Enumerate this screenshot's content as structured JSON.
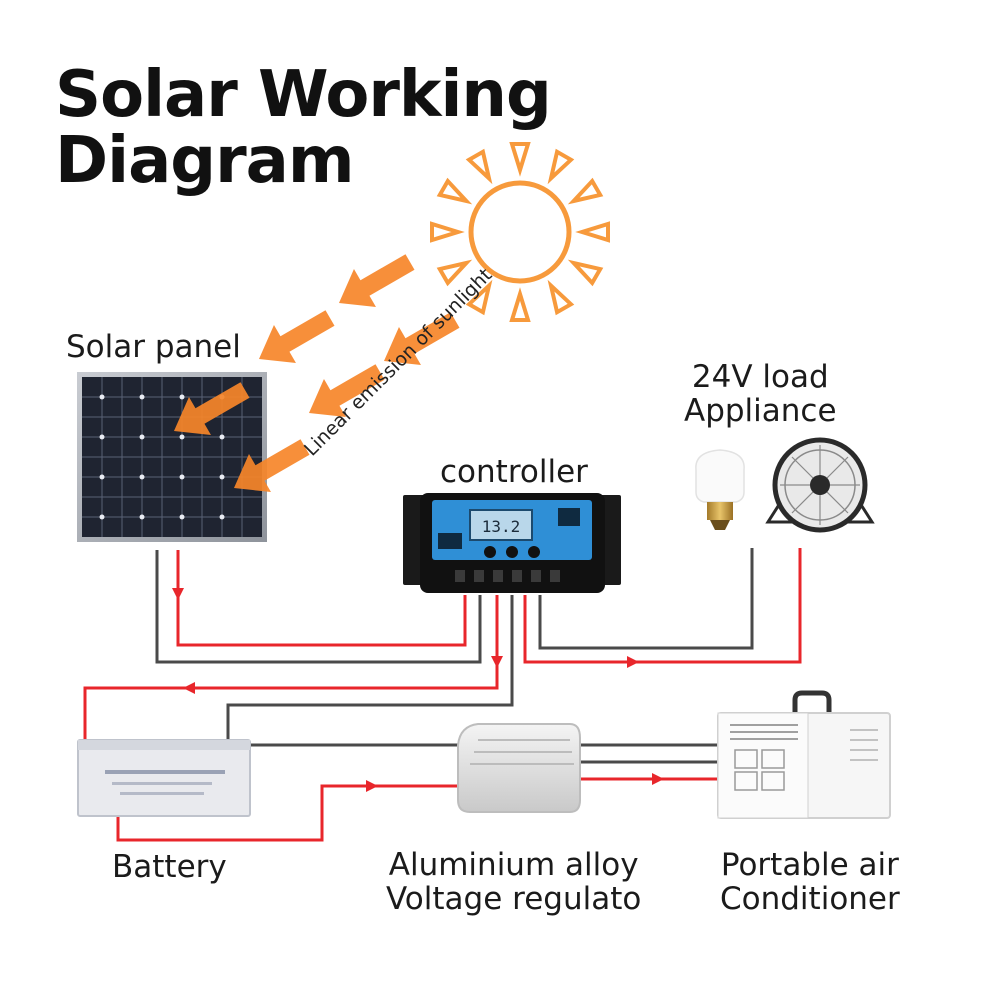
{
  "title": {
    "line1": "Solar Working",
    "line2": "Diagram"
  },
  "labels": {
    "solar_panel": "Solar panel",
    "sunlight": "Linear emission of sunlight",
    "controller": "controller",
    "appliance_line1": "24V load",
    "appliance_line2": "Appliance",
    "battery": "Battery",
    "regulator_line1": "Aluminium alloy",
    "regulator_line2": "Voltage regulato",
    "ac_line1": "Portable air",
    "ac_line2": "Conditioner"
  },
  "controller_display": "13.2",
  "colors": {
    "positive_wire": "#e8262b",
    "negative_wire": "#4a4a4a",
    "sun": "#f79a3c",
    "sun_ray_arrow": "#f7862a",
    "panel_cell": "#1f2431",
    "controller_face": "#2f8fd6"
  },
  "icons": [
    "sun-icon",
    "solar-panel-icon",
    "controller-icon",
    "light-bulb-icon",
    "fan-icon",
    "battery-icon",
    "regulator-icon",
    "air-conditioner-icon"
  ]
}
